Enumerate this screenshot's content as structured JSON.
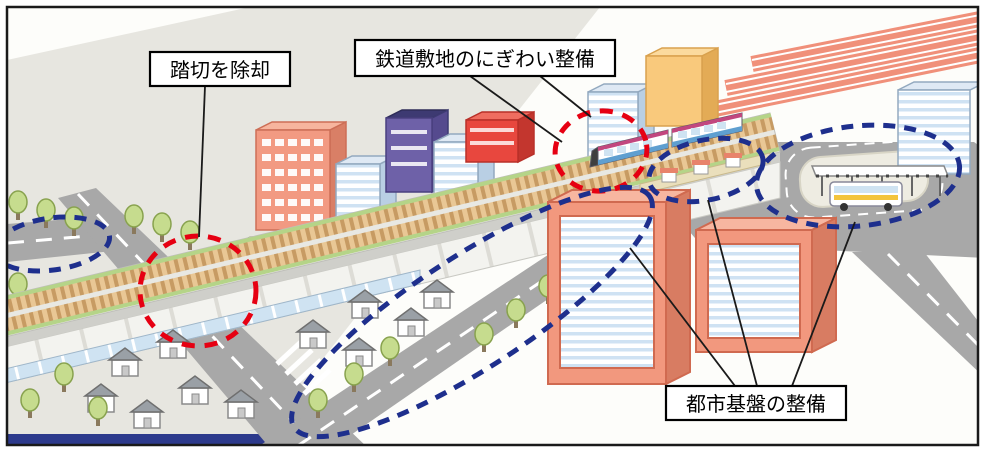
{
  "figure": {
    "type": "isometric-city-redevelopment-illustration",
    "labels": {
      "remove_crossing": "踏切を除却",
      "railway_site": "鉄道敷地のにぎわい整備",
      "urban_infra": "都市基盤の整備"
    },
    "colors": {
      "highlight_red": "#e60012",
      "highlight_blue": "#1e2f8d",
      "road_gray": "#a8a8a8",
      "building_salmon": "#f2987e",
      "window_blue": "#cfe2f3",
      "ballast_tan": "#e9c795",
      "tree_green": "#c6dc8e",
      "ground_gray": "#e7e6e0",
      "navy_strip": "#2d3a8c"
    }
  }
}
